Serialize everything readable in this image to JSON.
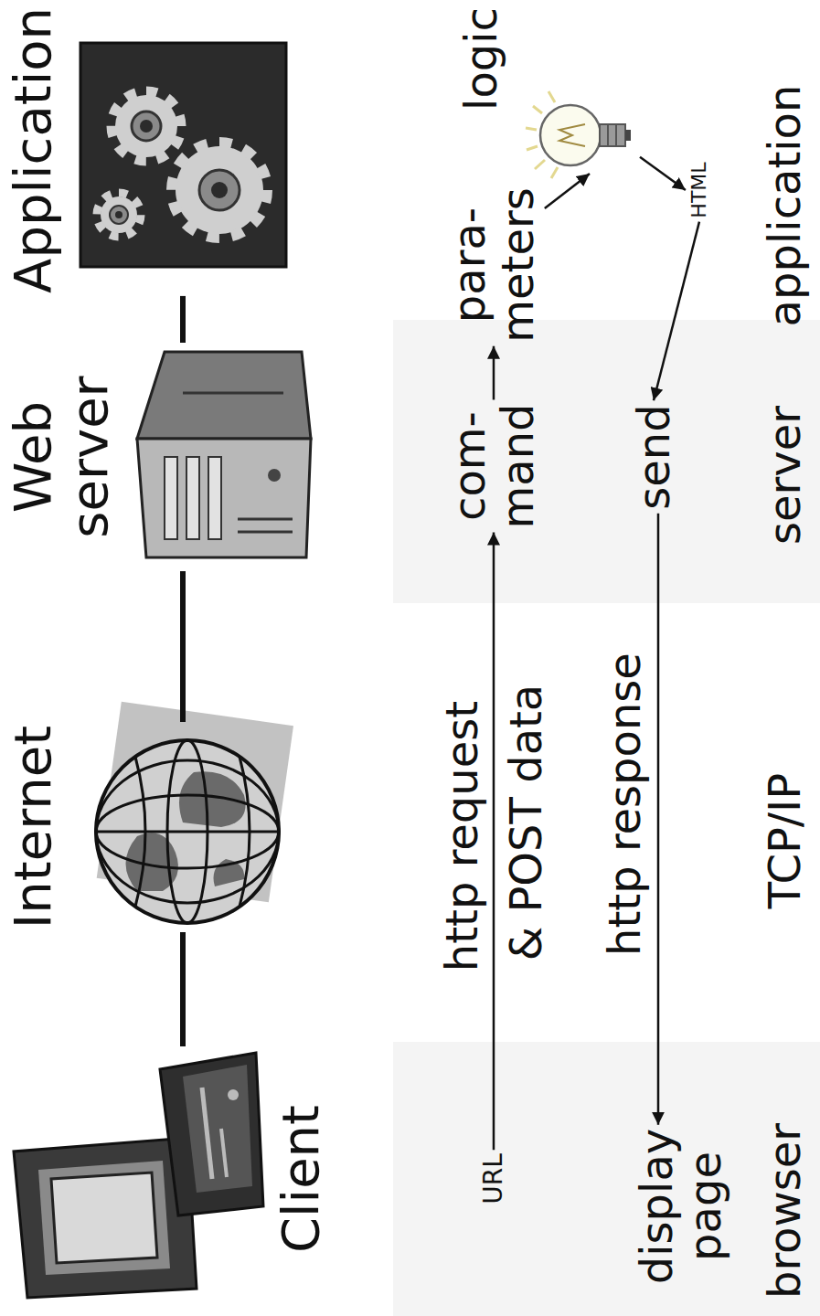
{
  "diagram": {
    "nodes": [
      {
        "text": [
          "Client"
        ]
      },
      {
        "text": [
          "Internet"
        ]
      },
      {
        "text": [
          "Web server"
        ]
      },
      {
        "text": [
          "Application"
        ]
      },
      {
        "text": [
          "URL"
        ]
      },
      {
        "text": [
          "com- mand"
        ]
      },
      {
        "text": [
          "para- meters"
        ]
      },
      {
        "text": [
          "logic"
        ]
      },
      {
        "text": [
          "HTML"
        ]
      },
      {
        "text": [
          "send"
        ]
      },
      {
        "text": [
          "display page"
        ]
      }
    ],
    "edges": [
      {
        "from": 0,
        "to": 1,
        "arrow": "none"
      },
      {
        "from": 1,
        "to": 2,
        "arrow": "none"
      },
      {
        "from": 2,
        "to": 3,
        "arrow": "none"
      },
      {
        "from": 4,
        "to": 5,
        "arrow": "to"
      },
      {
        "from": 5,
        "to": 6,
        "arrow": "to"
      },
      {
        "from": 6,
        "to": 7,
        "arrow": "to"
      },
      {
        "from": 7,
        "to": 8,
        "arrow": "to"
      },
      {
        "from": 8,
        "to": 9,
        "arrow": "to"
      },
      {
        "from": 9,
        "to": 10,
        "arrow": "to"
      }
    ],
    "labels": [
      "http request",
      "& POST data",
      "http response",
      "browser",
      "TCP/IP",
      "server",
      "application"
    ]
  }
}
